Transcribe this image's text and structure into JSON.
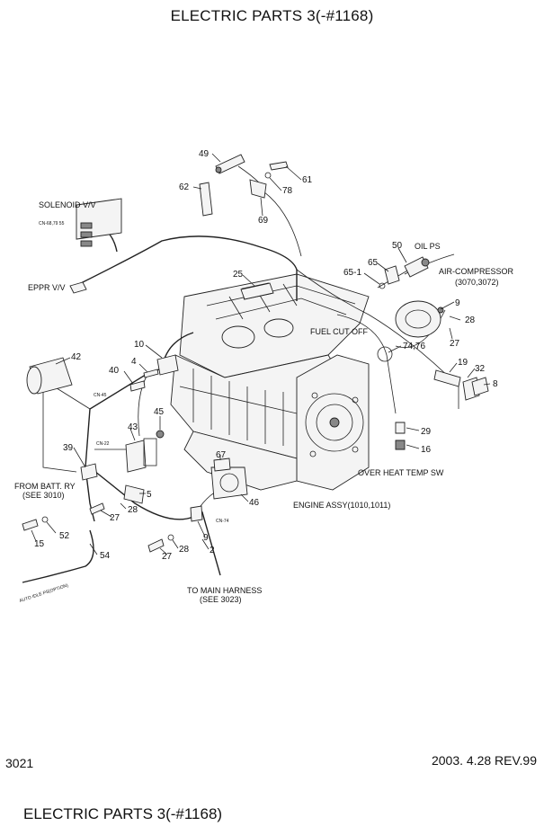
{
  "header": {
    "title": "ELECTRIC PARTS 3(-#1168)"
  },
  "footer": {
    "page_number": "3021",
    "date_rev": "2003. 4.28  REV.99",
    "title": "ELECTRIC PARTS 3(-#1168)"
  },
  "labels": {
    "solenoid_vv": "SOLENOID V/V",
    "solenoid_cn": "CN-68,79 55",
    "eppr_vv": "EPPR V/V",
    "oil_ps": "OIL PS",
    "air_compressor": "AIR-COMPRESSOR",
    "air_compressor_ref": "(3070,3072)",
    "fuel_cut_off": "FUEL CUT OFF",
    "over_heat_temp_sw": "OVER HEAT TEMP SW",
    "engine_assy": "ENGINE ASSY(1010,1011)",
    "from_batt_ry": "FROM BATT. RY",
    "from_batt_ref": "(SEE 3010)",
    "to_main_harness": "TO MAIN HARNESS",
    "to_main_ref": "(SEE 3023)",
    "auto_idle_ps": "AUTO IDLE PS(OPTION)",
    "cn45": "CN-45",
    "cn22": "CN-22",
    "cn74": "CN-74"
  },
  "callouts": {
    "p49": "49",
    "p61": "61",
    "p78": "78",
    "p62": "62",
    "p69": "69",
    "p50": "50",
    "p65": "65",
    "p65_1": "65-1",
    "p25": "25",
    "p9a": "9",
    "p28a": "28",
    "p27a": "27",
    "p74_76": "74,76",
    "p19": "19",
    "p32": "32",
    "p8": "8",
    "p10": "10",
    "p4": "4",
    "p40": "40",
    "p42": "42",
    "p45": "45",
    "p43": "43",
    "p39": "39",
    "p67": "67",
    "p29": "29",
    "p16": "16",
    "p5": "5",
    "p28b": "28",
    "p27b": "27",
    "p46": "46",
    "p52": "52",
    "p15": "15",
    "p54": "54",
    "p9b": "9",
    "p28c": "28",
    "p2": "2",
    "p27c": "27"
  }
}
